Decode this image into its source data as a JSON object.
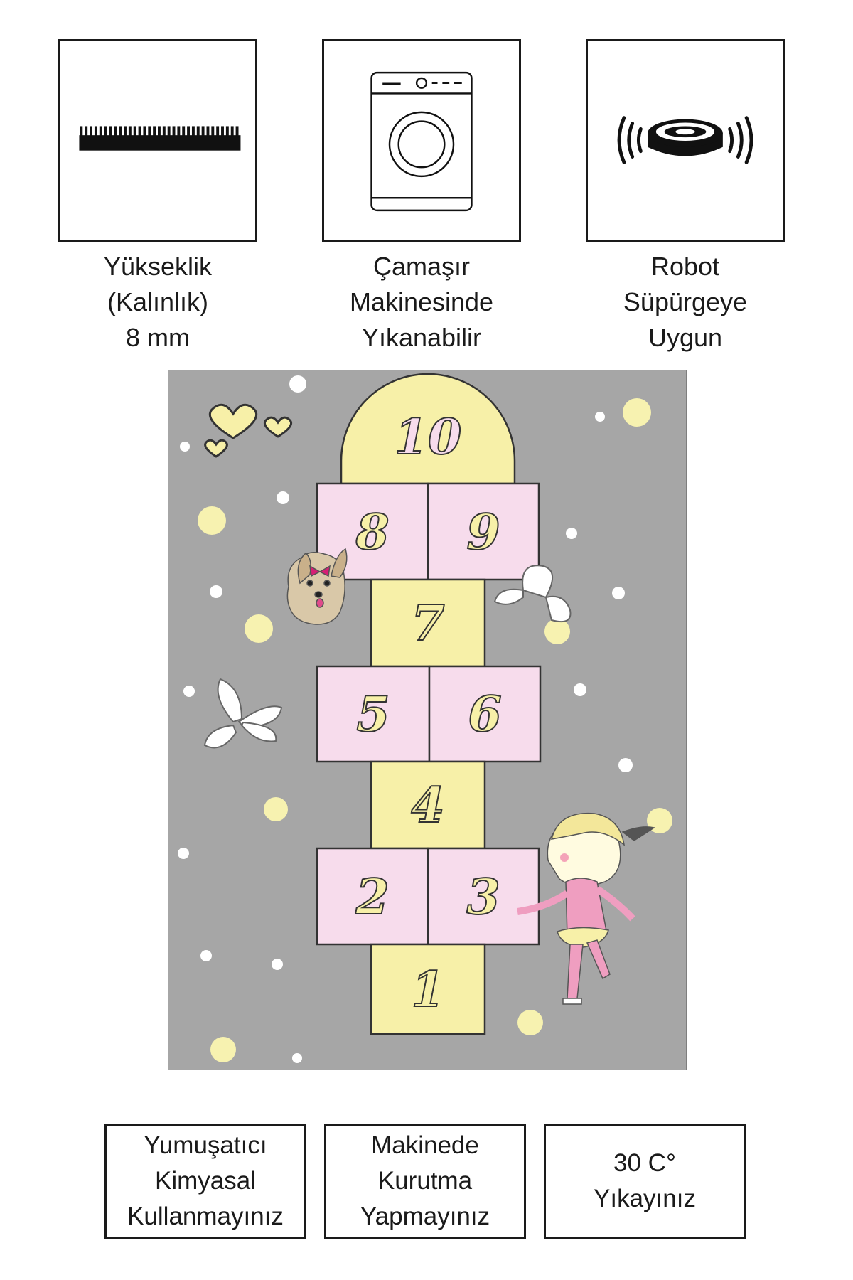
{
  "features": [
    {
      "icon": "carpet-pile-icon",
      "lines": [
        "Yükseklik",
        "(Kalınlık)",
        "8 mm"
      ]
    },
    {
      "icon": "washing-machine-icon",
      "lines": [
        "Çamaşır",
        "Makinesinde",
        "Yıkanabilir"
      ]
    },
    {
      "icon": "robot-vacuum-icon",
      "lines": [
        "Robot",
        "Süpürgeye",
        "Uygun"
      ]
    }
  ],
  "hopscotch": {
    "numbers": [
      "10",
      "8",
      "9",
      "7",
      "5",
      "6",
      "4",
      "2",
      "3",
      "1"
    ],
    "colors": {
      "background": "#a6a6a6",
      "yellow": "#f7f0a8",
      "pink": "#f7dcec",
      "dot_white": "#ffffff",
      "dot_yellow": "#f7f2b0"
    }
  },
  "care": [
    {
      "lines": [
        "Yumuşatıcı",
        "Kimyasal",
        "Kullanmayınız"
      ]
    },
    {
      "lines": [
        "Makinede",
        "Kurutma",
        "Yapmayınız"
      ]
    },
    {
      "lines": [
        "30 C°",
        "Yıkayınız"
      ]
    }
  ]
}
